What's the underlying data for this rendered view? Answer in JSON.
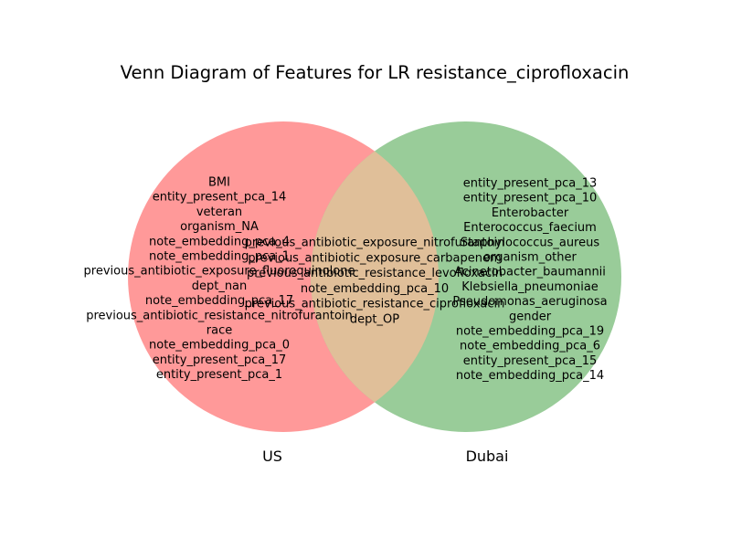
{
  "title": "Venn Diagram of Features for LR resistance_ciprofloxacin",
  "sets": [
    {
      "label": "US",
      "color": "#ff9999"
    },
    {
      "label": "Dubai",
      "color": "#99cc99"
    }
  ],
  "overlap_color": "#e0bf99",
  "regions": {
    "us_only": [
      "BMI",
      "entity_present_pca_14",
      "veteran",
      "organism_NA",
      "note_embedding_pca_4",
      "note_embedding_pca_1",
      "previous_antibiotic_exposure_fluoroquinolone",
      "dept_nan",
      "note_embedding_pca_17",
      "previous_antibiotic_resistance_nitrofurantoin",
      "race",
      "note_embedding_pca_0",
      "entity_present_pca_17",
      "entity_present_pca_1"
    ],
    "both": [
      "previous_antibiotic_exposure_nitrofurantoin",
      "previous_antibiotic_exposure_carbapenem",
      "previous_antibiotic_resistance_levofloxacin",
      "note_embedding_pca_10",
      "previous_antibiotic_resistance_ciprofloxacin",
      "dept_OP"
    ],
    "dubai_only": [
      "entity_present_pca_13",
      "entity_present_pca_10",
      "Enterobacter",
      "Enterococcus_faecium",
      "Staphylococcus_aureus",
      "organism_other",
      "Acinetobacter_baumannii",
      "Klebsiella_pneumoniae",
      "Pseudomonas_aeruginosa",
      "gender",
      "note_embedding_pca_19",
      "note_embedding_pca_6",
      "entity_present_pca_15",
      "note_embedding_pca_14"
    ]
  }
}
